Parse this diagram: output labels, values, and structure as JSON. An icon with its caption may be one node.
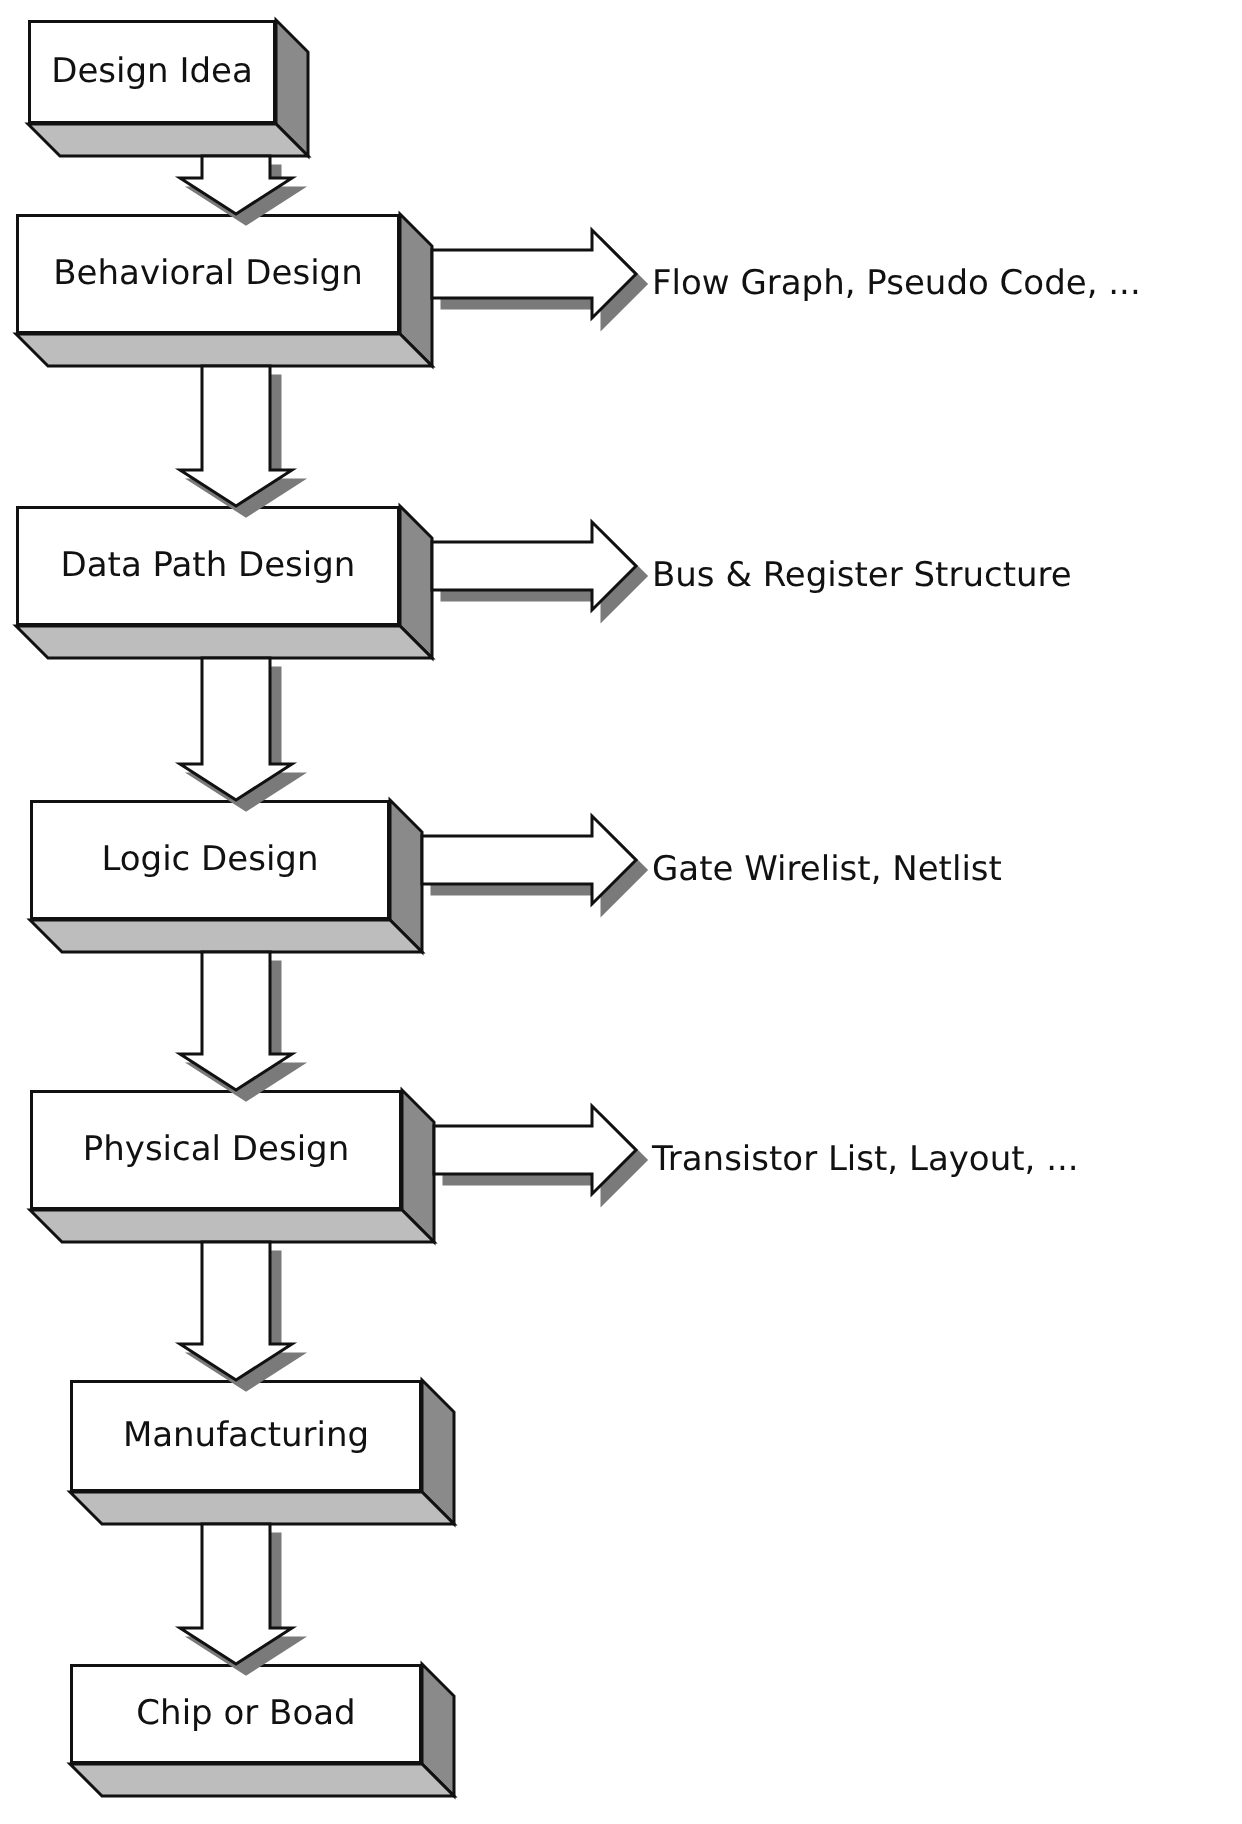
{
  "diagram": {
    "nodes": [
      {
        "text": [
          "Design Idea"
        ]
      },
      {
        "text": [
          "Behavioral Design"
        ]
      },
      {
        "text": [
          "Data Path Design"
        ]
      },
      {
        "text": [
          "Logic Design"
        ]
      },
      {
        "text": [
          "Physical Design"
        ]
      },
      {
        "text": [
          "Manufacturing"
        ]
      },
      {
        "text": [
          "Chip or Boad"
        ]
      },
      {
        "text": [
          "Flow Graph, Pseudo Code, ..."
        ]
      },
      {
        "text": [
          "Bus & Register Structure"
        ]
      },
      {
        "text": [
          "Gate Wirelist, Netlist"
        ]
      },
      {
        "text": [
          "Transistor List, Layout, ..."
        ]
      }
    ],
    "edges": [
      {
        "from": 0,
        "to": 1,
        "arrow": "to"
      },
      {
        "from": 1,
        "to": 2,
        "arrow": "to"
      },
      {
        "from": 2,
        "to": 3,
        "arrow": "to"
      },
      {
        "from": 3,
        "to": 4,
        "arrow": "to"
      },
      {
        "from": 4,
        "to": 5,
        "arrow": "to"
      },
      {
        "from": 5,
        "to": 6,
        "arrow": "to"
      },
      {
        "from": 1,
        "to": 7,
        "arrow": "to"
      },
      {
        "from": 2,
        "to": 8,
        "arrow": "to"
      },
      {
        "from": 3,
        "to": 9,
        "arrow": "to"
      },
      {
        "from": 4,
        "to": 10,
        "arrow": "to"
      }
    ]
  }
}
